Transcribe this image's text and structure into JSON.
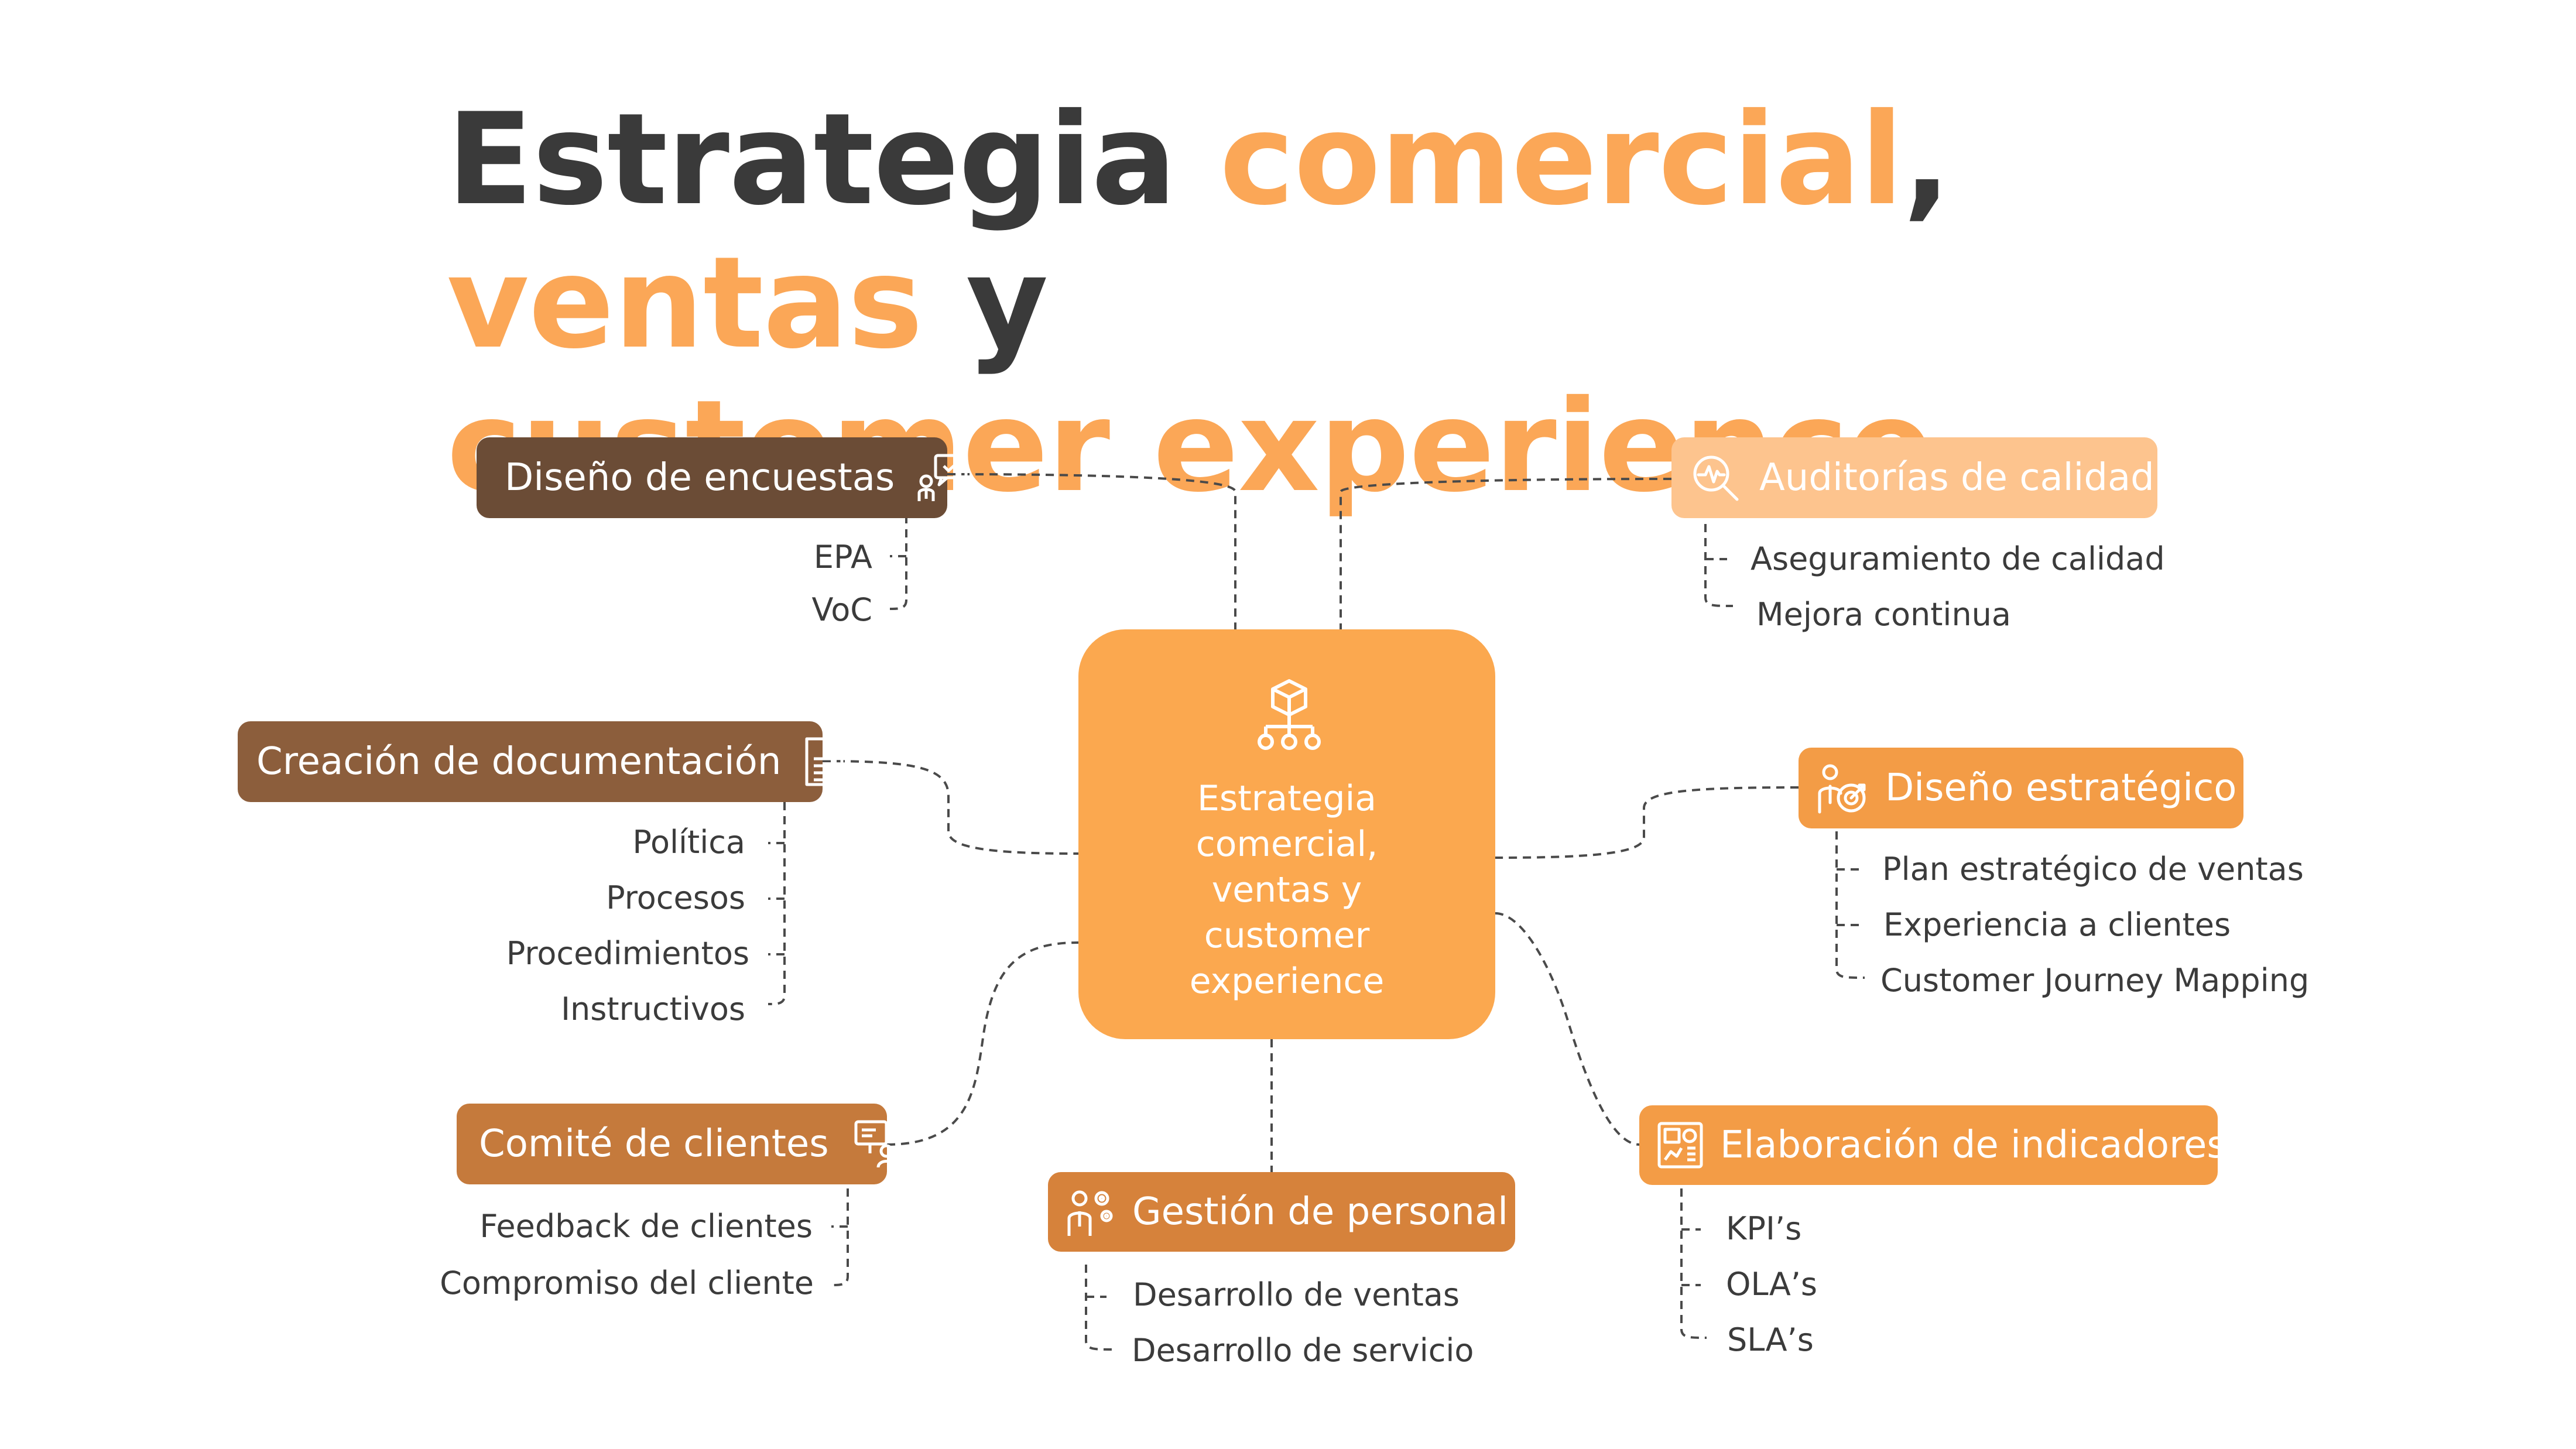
{
  "title": {
    "part1": "Estrategia ",
    "part2": "comercial",
    "part3": ", ",
    "part4": "ventas",
    "part5": " y",
    "part6": "customer experience"
  },
  "colors": {
    "title_dark": "#3a3a3a",
    "accent": "#fba757",
    "center": "#fba84f",
    "dark_brown": "#6b4c36",
    "brown": "#8c5e3c",
    "mid_orange": "#c57a3c",
    "orange": "#f39c46",
    "light_orange": "#fdc48e"
  },
  "center": {
    "lines": [
      "Estrategia",
      "comercial,",
      "ventas y",
      "customer",
      "experience"
    ],
    "icon": "network-cube-icon"
  },
  "branches": {
    "encuestas": {
      "label": "Diseño de encuestas",
      "icon": "presenter-chat-icon",
      "items": [
        "EPA",
        "VoC"
      ]
    },
    "documentacion": {
      "label": "Creación de documentación",
      "icon": "document-icon",
      "items": [
        "Política",
        "Procesos",
        "Procedimientos",
        "Instructivos"
      ]
    },
    "comite": {
      "label": "Comité de clientes",
      "icon": "meeting-board-icon",
      "items": [
        "Feedback de clientes",
        "Compromiso del cliente"
      ]
    },
    "personal": {
      "label": "Gestión de personal",
      "icon": "person-gears-icon",
      "items": [
        "Desarrollo de ventas",
        "Desarrollo de servicio"
      ]
    },
    "auditorias": {
      "label": "Auditorías de calidad",
      "icon": "magnifier-pulse-icon",
      "items": [
        "Aseguramiento de calidad",
        "Mejora continua"
      ]
    },
    "estrategico": {
      "label": "Diseño estratégico",
      "icon": "person-target-icon",
      "items": [
        "Plan estratégico de ventas",
        "Experiencia a clientes",
        "Customer Journey Mapping"
      ]
    },
    "indicadores": {
      "label": "Elaboración de indicadores",
      "icon": "dashboard-icon",
      "items": [
        "KPI’s",
        "OLA’s",
        "SLA’s"
      ]
    }
  }
}
